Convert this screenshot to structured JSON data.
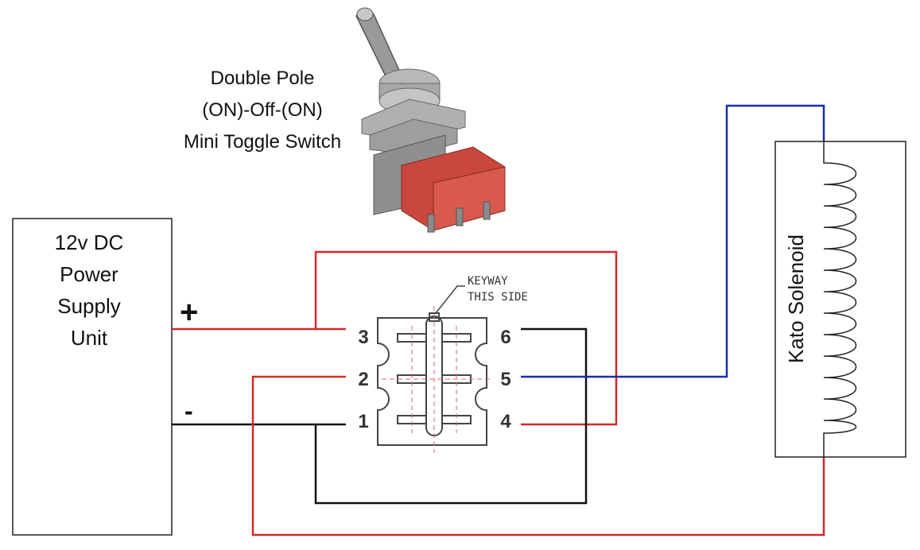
{
  "switch_title": {
    "line1": "Double Pole",
    "line2": "(ON)-Off-(ON)",
    "line3": "Mini Toggle Switch"
  },
  "psu": {
    "line1": "12v DC",
    "line2": "Power",
    "line3": "Supply",
    "line4": "Unit",
    "plus": "+",
    "minus": "-"
  },
  "keyway": {
    "line1": "KEYWAY",
    "line2": "THIS SIDE"
  },
  "pins": {
    "p1": "1",
    "p2": "2",
    "p3": "3",
    "p4": "4",
    "p5": "5",
    "p6": "6"
  },
  "solenoid": {
    "label": "Kato Solenoid"
  },
  "colors": {
    "red": "#d42a2a",
    "blue": "#1a2ea8",
    "black": "#111111",
    "switch_red": "#c9473d"
  }
}
